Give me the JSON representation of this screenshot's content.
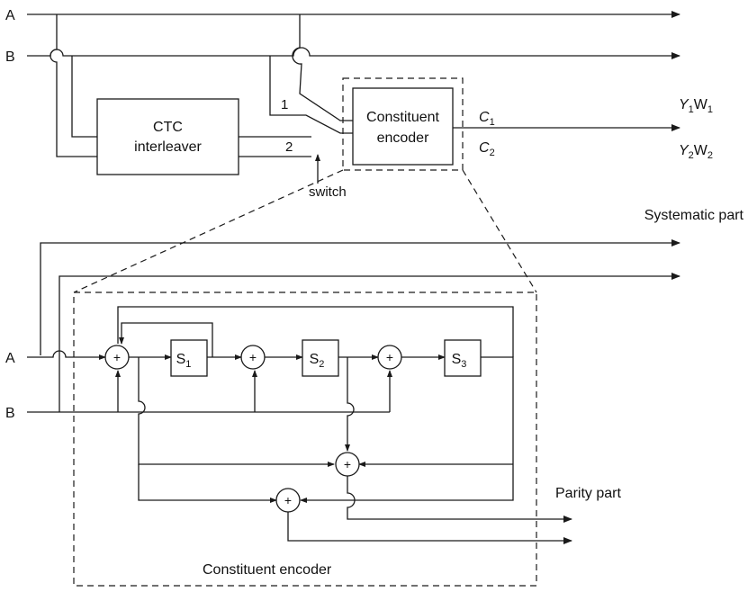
{
  "inputs": {
    "a": "A",
    "b": "B"
  },
  "top": {
    "interleaver_line1": "CTC",
    "interleaver_line2": "interleaver",
    "encoder_line1": "Constituent",
    "encoder_line2": "encoder",
    "switch_pos1": "1",
    "switch_pos2": "2",
    "switch_label": "switch",
    "c1": "C",
    "c1_sub": "1",
    "c2": "C",
    "c2_sub": "2",
    "out1_y": "Y",
    "out1_ysub": "1",
    "out1_w": "W",
    "out1_wsub": "1",
    "out2_y": "Y",
    "out2_ysub": "2",
    "out2_w": "W",
    "out2_wsub": "2"
  },
  "detail": {
    "systematic_label": "Systematic part",
    "parity_label": "Parity part",
    "encoder_caption": "Constituent encoder",
    "adder_symbol": "+",
    "s1": "S",
    "s1_sub": "1",
    "s2": "S",
    "s2_sub": "2",
    "s3": "S",
    "s3_sub": "3"
  }
}
